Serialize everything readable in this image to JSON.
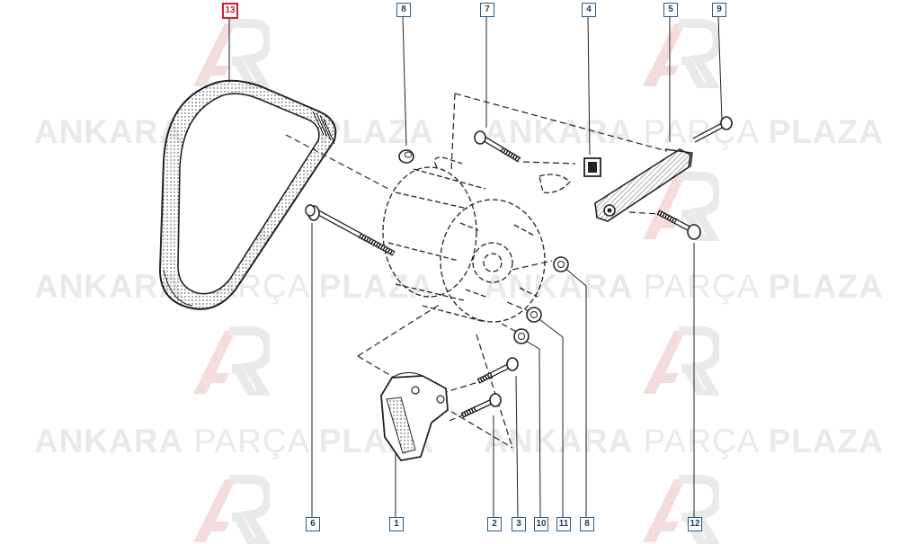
{
  "watermark": {
    "word1": "ANKARA",
    "word2": "PARÇA",
    "word3": "PLAZA",
    "logo_color": "#d21f2b"
  },
  "callouts": {
    "c13": "13",
    "c8_top": "8",
    "c7": "7",
    "c4": "4",
    "c5": "5",
    "c9": "9",
    "c6": "6",
    "c1": "1",
    "c2": "2",
    "c3": "3",
    "c10": "10",
    "c11": "11",
    "c8_bottom": "8",
    "c12": "12"
  },
  "colors": {
    "highlight": "#d21f2b",
    "callout_border": "#2a5a8a",
    "line": "#222222"
  }
}
